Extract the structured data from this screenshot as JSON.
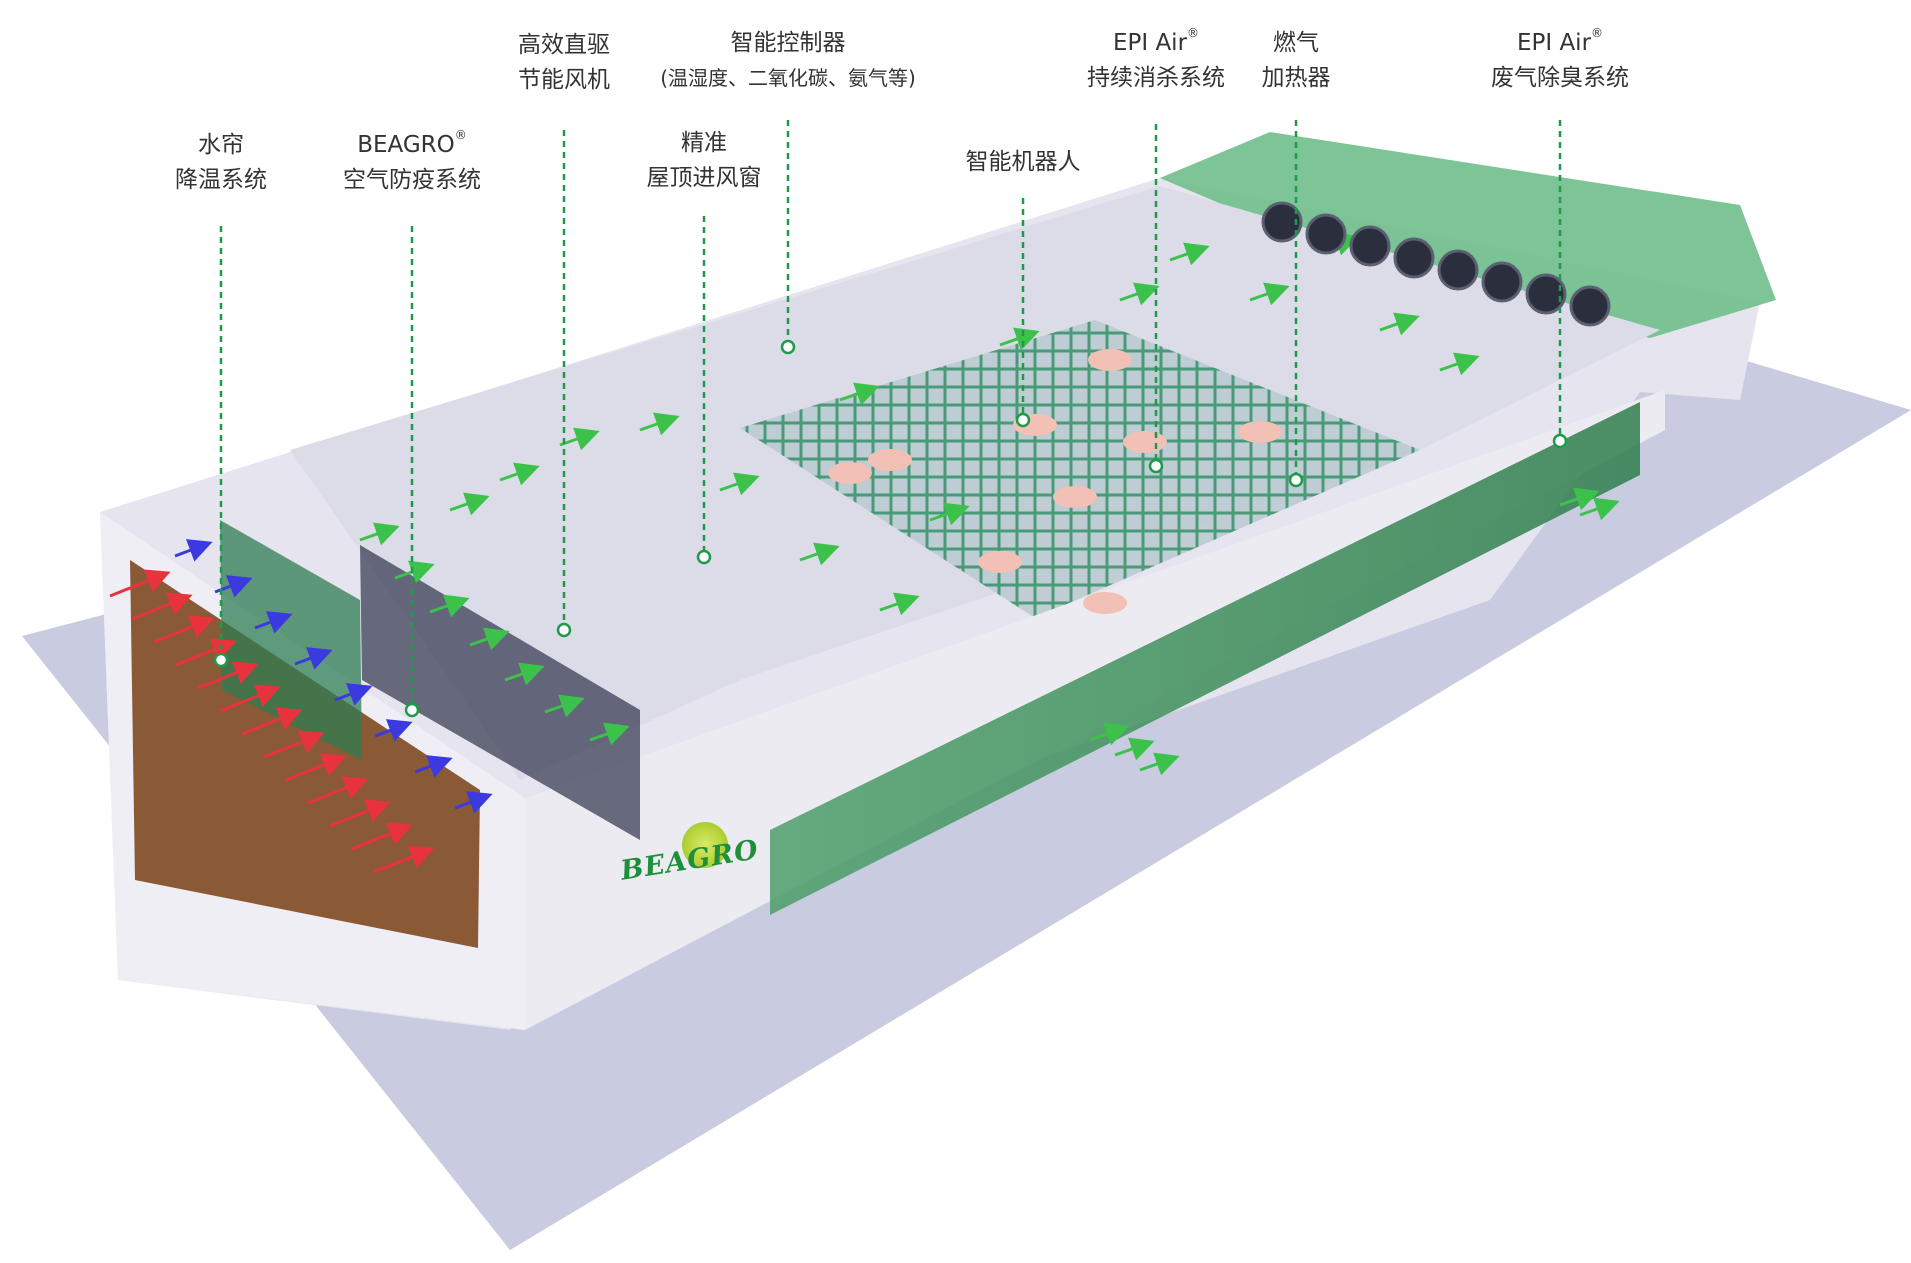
{
  "diagram": {
    "labels": [
      {
        "id": "water-curtain",
        "line1": "水帘",
        "line2": "降温系统"
      },
      {
        "id": "beagro-air",
        "line1": "BEAGRO",
        "sup": "®",
        "line2": "空气防疫系统"
      },
      {
        "id": "fan",
        "line1": "高效直驱",
        "line2": "节能风机"
      },
      {
        "id": "roof-inlet",
        "line1": "精准",
        "line2": "屋顶进风窗"
      },
      {
        "id": "controller",
        "line1": "智能控制器",
        "line2": "(温湿度、二氧化碳、氨气等)"
      },
      {
        "id": "robot",
        "line1": "智能机器人",
        "line2": ""
      },
      {
        "id": "epi-disinfect",
        "line1": "EPI Air",
        "sup": "®",
        "line2": "持续消杀系统"
      },
      {
        "id": "gas-heater",
        "line1": "燃气",
        "line2": "加热器"
      },
      {
        "id": "epi-deodor",
        "line1": "EPI Air",
        "sup": "®",
        "line2": "废气除臭系统"
      }
    ],
    "logo_text": "BEAGRO",
    "colors": {
      "leader_line": "#1e9a4a",
      "arrow_hot": "#e8323c",
      "arrow_cool": "#3a3ae0",
      "arrow_fresh": "#3cc24a",
      "floor": "#c9cbe0",
      "wall": "#e6e4ee",
      "roof_green": "#6fbf8b",
      "glass_green": "#4aa36a",
      "pad_brown": "#8a5a36"
    }
  }
}
